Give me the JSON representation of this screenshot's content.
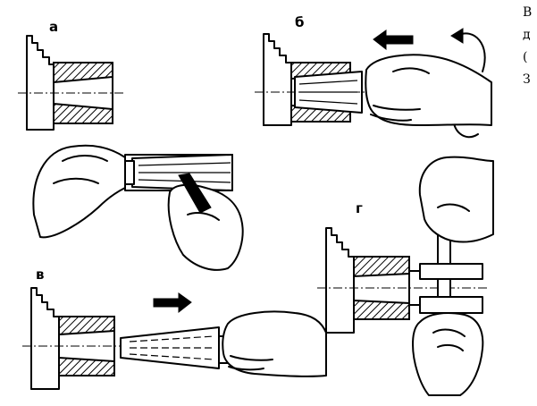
{
  "panels": {
    "a": {
      "label": "а"
    },
    "b": {
      "label": "б"
    },
    "v": {
      "label": "в"
    },
    "g": {
      "label": "г"
    }
  },
  "edge_text": [
    "В",
    "д",
    "(",
    "З"
  ]
}
